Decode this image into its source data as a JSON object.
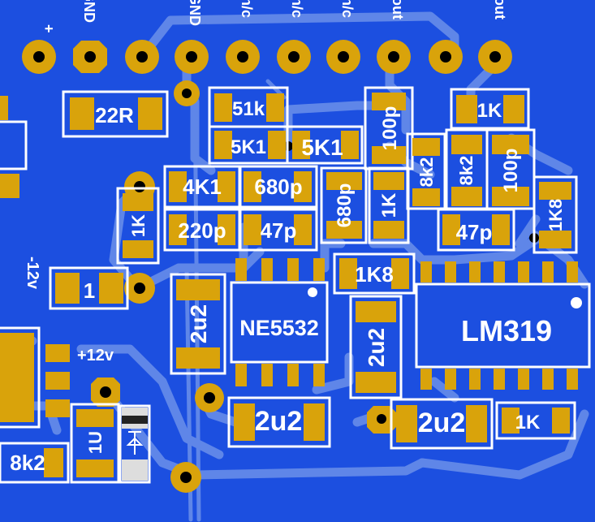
{
  "board": {
    "colors": {
      "copper_fill": "#1c4fe0",
      "trace": "#5f86e8",
      "pad": "#d9a30b",
      "silkscreen": "#ffffff",
      "via_hole": "#000000"
    }
  },
  "header": {
    "labels": [
      "+",
      "GND",
      "GND",
      "n/c",
      "n/c",
      "n/c",
      "out",
      "",
      "out"
    ]
  },
  "components": {
    "r22r": "22R",
    "r51k": "51k",
    "r5k1a": "5K1",
    "r5k1b": "5K1",
    "c100pa": "100p",
    "r1ka": "1K",
    "r8k2a": "8k2",
    "r8k2b": "8k2",
    "c100pb": "100p",
    "r4k1": "4K1",
    "c680pa": "680p",
    "c680pb": "680p",
    "r1kb": "1K",
    "r1k8a": "1K8",
    "r1kc": "1K",
    "c220p": "220p",
    "c47pa": "47p",
    "c47pb": "47p",
    "r1k8b": "1K8",
    "c1": "1",
    "c2u2a": "2u2",
    "ic1": "NE5532",
    "c2u2b": "2u2",
    "ic2": "LM319",
    "c2u2c": "2u2",
    "c2u2d": "2u2",
    "r1kd": "1K",
    "l1u": "1U",
    "r8k2c": "8k2",
    "neg12v": "-12v",
    "pos12v": "+12v"
  }
}
